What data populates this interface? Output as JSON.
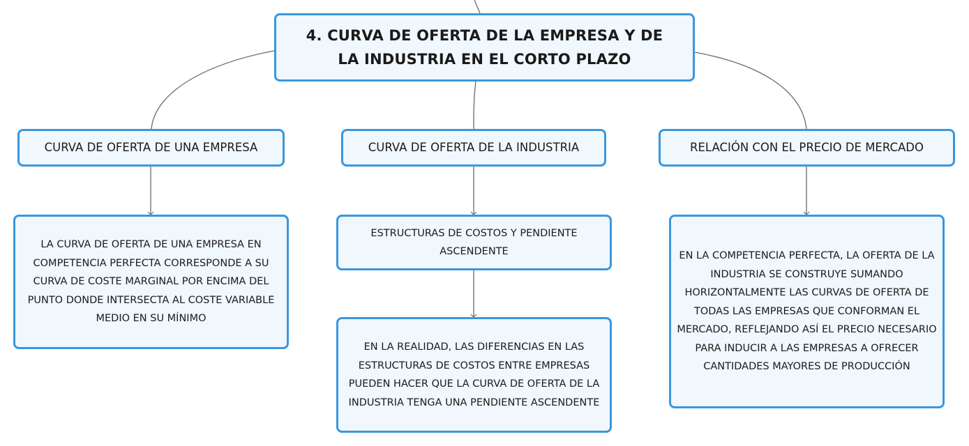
{
  "root": {
    "title": "4. CURVA DE OFERTA DE LA EMPRESA Y DE LA INDUSTRIA EN EL CORTO PLAZO"
  },
  "branches": [
    {
      "label": "CURVA DE OFERTA DE UNA EMPRESA",
      "details": [
        "LA CURVA DE OFERTA DE UNA EMPRESA EN COMPETENCIA PERFECTA CORRESPONDE A SU CURVA DE COSTE MARGINAL POR ENCIMA DEL PUNTO DONDE INTERSECTA AL COSTE VARIABLE MEDIO EN SU MÍNIMO"
      ]
    },
    {
      "label": "CURVA DE OFERTA DE LA INDUSTRIA",
      "details": [
        "ESTRUCTURAS DE COSTOS Y PENDIENTE ASCENDENTE",
        "EN LA REALIDAD, LAS DIFERENCIAS EN LAS ESTRUCTURAS DE COSTOS ENTRE EMPRESAS PUEDEN HACER QUE LA CURVA DE OFERTA DE LA INDUSTRIA TENGA UNA PENDIENTE ASCENDENTE"
      ]
    },
    {
      "label": "RELACIÓN CON EL PRECIO DE MERCADO",
      "details": [
        "EN LA COMPETENCIA PERFECTA, LA OFERTA DE LA INDUSTRIA SE CONSTRUYE SUMANDO HORIZONTALMENTE LAS CURVAS DE OFERTA DE TODAS LAS EMPRESAS QUE CONFORMAN EL MERCADO, REFLEJANDO ASÍ EL PRECIO NECESARIO PARA INDUCIR A LAS EMPRESAS A OFRECER CANTIDADES MAYORES DE PRODUCCIÓN"
      ]
    }
  ],
  "colors": {
    "node_border": "#3a97dc",
    "node_fill": "#f0f7fd",
    "connector": "#6b6b6b",
    "text": "#1a1a1a"
  }
}
